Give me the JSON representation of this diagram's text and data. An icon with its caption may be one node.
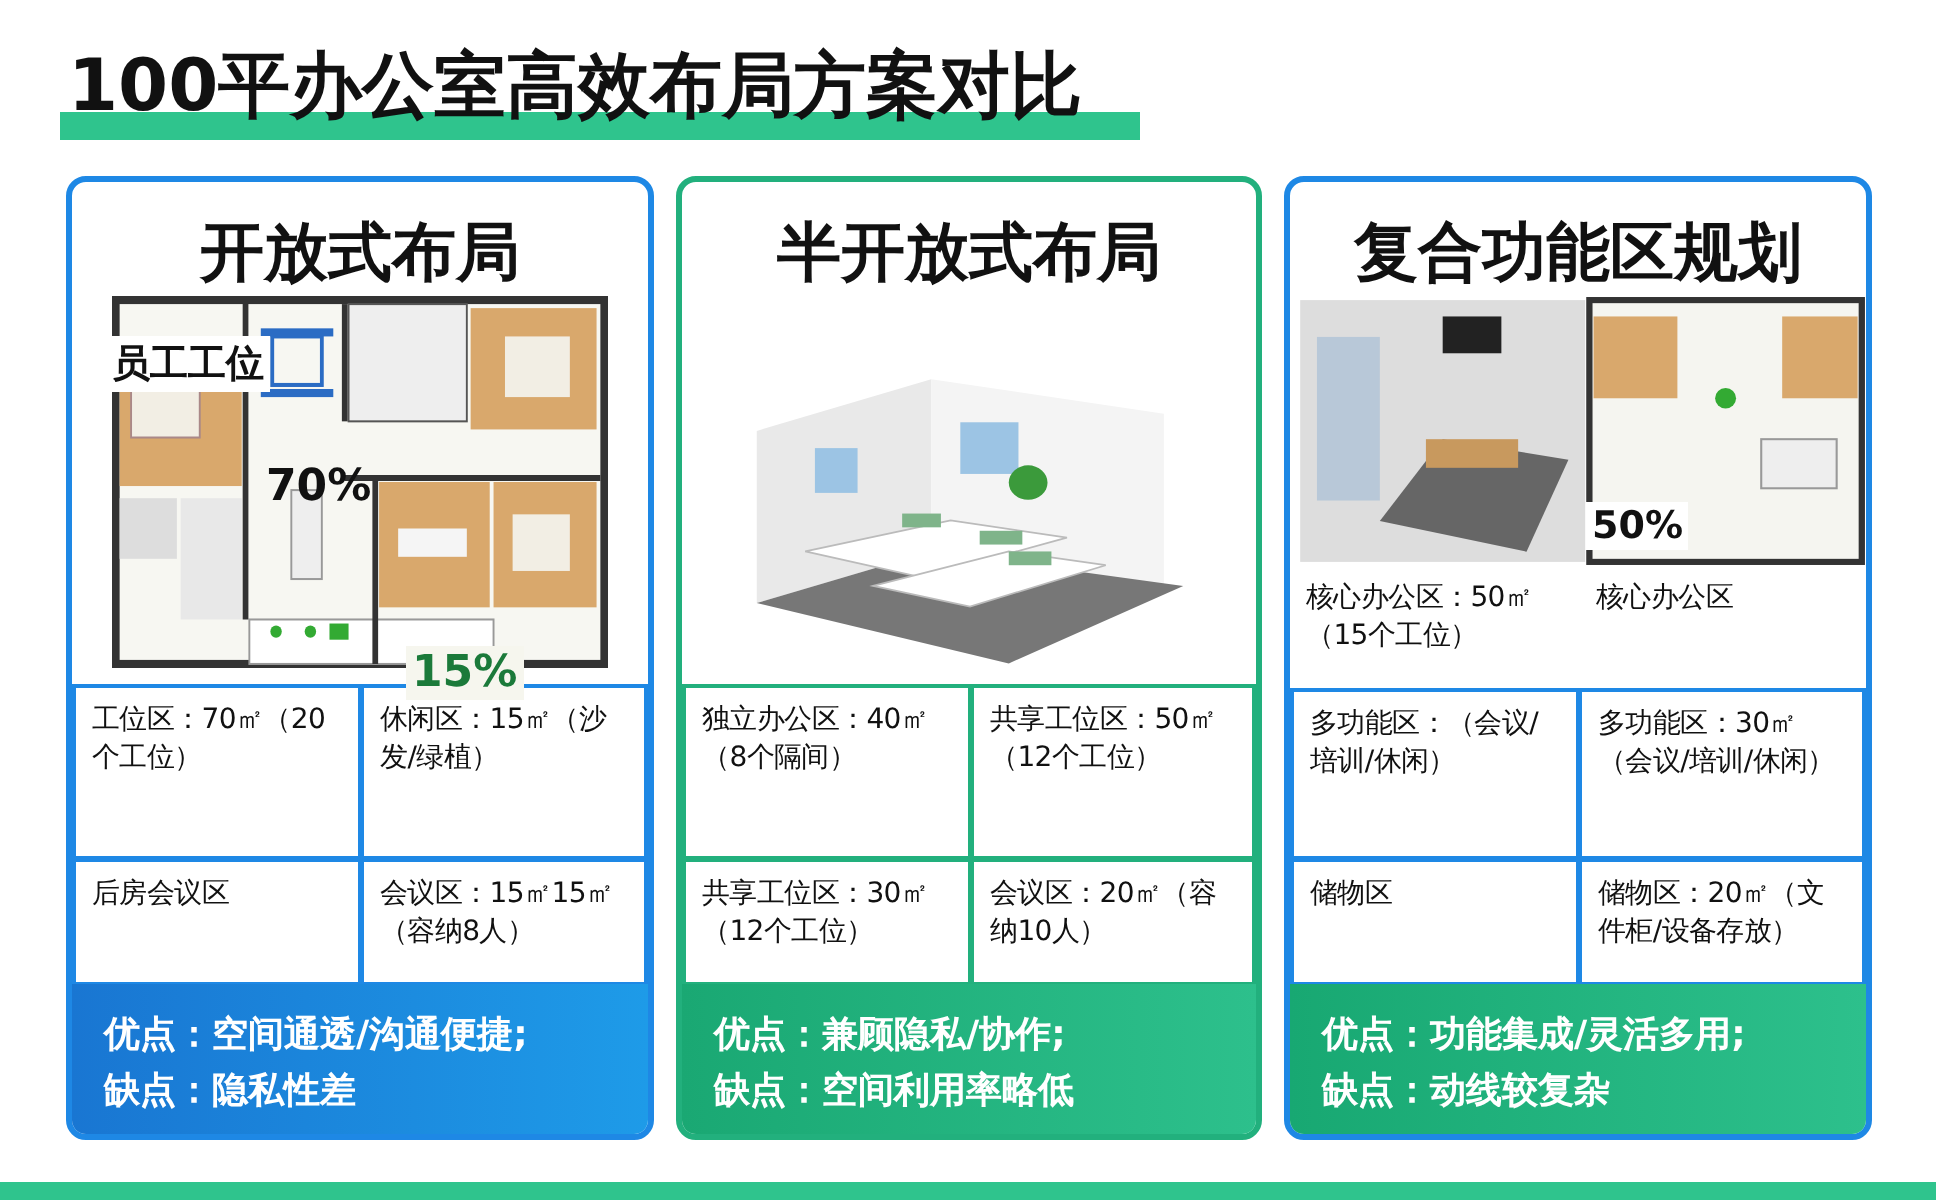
{
  "diagram": {
    "title": "100平办公室高效布局方案对比",
    "nodes": [
      {
        "text": [
          "开放式布局"
        ]
      },
      {
        "text": [
          "工位区：70㎡（20个工位）"
        ],
        "in": 0
      },
      {
        "text": [
          "休闲区：15㎡（沙发/绿植）"
        ],
        "in": 0
      },
      {
        "text": [
          "后房会议区"
        ],
        "in": 0
      },
      {
        "text": [
          "会议区：15㎡15㎡（容纳8人）"
        ],
        "in": 0
      },
      {
        "text": [
          "优点：空间通透/沟通便捷;",
          "缺点：隐私性差"
        ],
        "in": 0
      },
      {
        "text": [
          "半开放式布局"
        ]
      },
      {
        "text": [
          "独立办公区：40㎡（8个隔间）"
        ],
        "in": 6
      },
      {
        "text": [
          "共享工位区：50㎡（12个工位）"
        ],
        "in": 6
      },
      {
        "text": [
          "共享工位区：30㎡（12个工位）"
        ],
        "in": 6
      },
      {
        "text": [
          "会议区：20㎡（容纳10人）"
        ],
        "in": 6
      },
      {
        "text": [
          "优点：兼顾隐私/协作;",
          "缺点：空间利用率略低"
        ],
        "in": 6
      },
      {
        "text": [
          "复合功能区规划"
        ]
      },
      {
        "text": [
          "核心办公区：50㎡（15个工位）"
        ],
        "in": 12
      },
      {
        "text": [
          "核心办公区"
        ],
        "in": 12
      },
      {
        "text": [
          "多功能区：（会议/培训/休闲）"
        ],
        "in": 12
      },
      {
        "text": [
          "多功能区：30㎡（会议/培训/休闲）"
        ],
        "in": 12
      },
      {
        "text": [
          "储物区"
        ],
        "in": 12
      },
      {
        "text": [
          "储物区：20㎡（文件柜/设备存放）"
        ],
        "in": 12
      },
      {
        "text": [
          "优点：功能集成/灵活多用;",
          "缺点：动线较复杂"
        ],
        "in": 12
      }
    ],
    "labels": [
      "员工工位",
      "70%",
      "15%",
      "50%"
    ]
  }
}
